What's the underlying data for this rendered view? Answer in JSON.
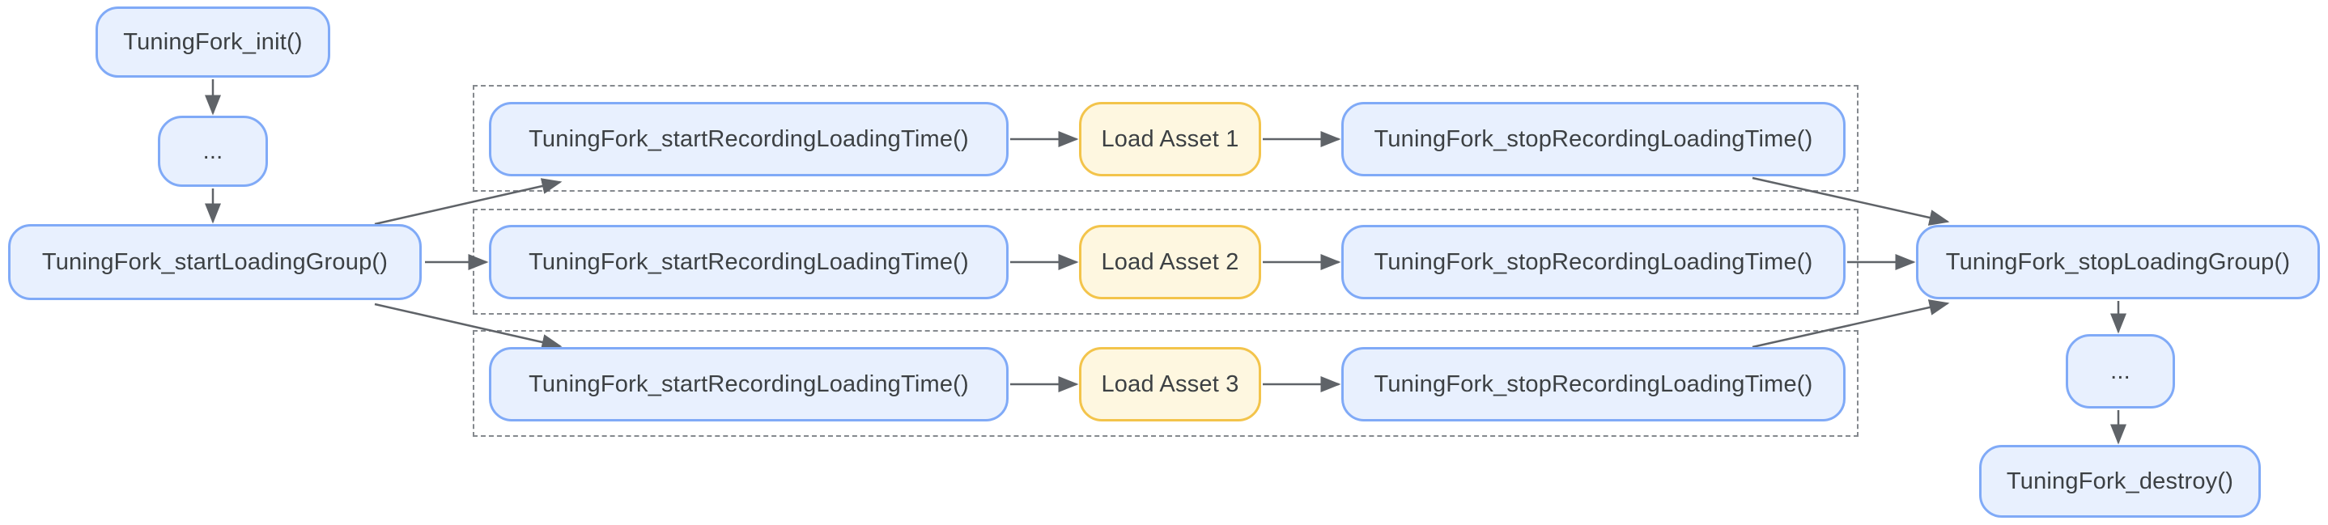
{
  "diagram": {
    "type": "flowchart",
    "description": "TuningFork loading group recording lifecycle",
    "nodes": {
      "init": {
        "label": "TuningFork_init()"
      },
      "ellipsis_start": {
        "label": "..."
      },
      "start_loading_group": {
        "label": "TuningFork_startLoadingGroup()"
      },
      "stop_loading_group": {
        "label": "TuningFork_stopLoadingGroup()"
      },
      "ellipsis_end": {
        "label": "..."
      },
      "destroy": {
        "label": "TuningFork_destroy()"
      }
    },
    "loading_group_rows": [
      {
        "start": "TuningFork_startRecordingLoadingTime()",
        "asset": "Load Asset 1",
        "stop": "TuningFork_stopRecordingLoadingTime()"
      },
      {
        "start": "TuningFork_startRecordingLoadingTime()",
        "asset": "Load Asset 2",
        "stop": "TuningFork_stopRecordingLoadingTime()"
      },
      {
        "start": "TuningFork_startRecordingLoadingTime()",
        "asset": "Load Asset 3",
        "stop": "TuningFork_stopRecordingLoadingTime()"
      }
    ],
    "colors": {
      "background": "#FFFFFF",
      "api_node_fill": "#E8F0FE",
      "api_node_border": "#80AAF7",
      "asset_node_fill": "#FEF7E0",
      "asset_node_border": "#F3C44B",
      "node_text": "#3C4043",
      "arrow": "#5F6368",
      "group_outline": "#85898E"
    }
  }
}
